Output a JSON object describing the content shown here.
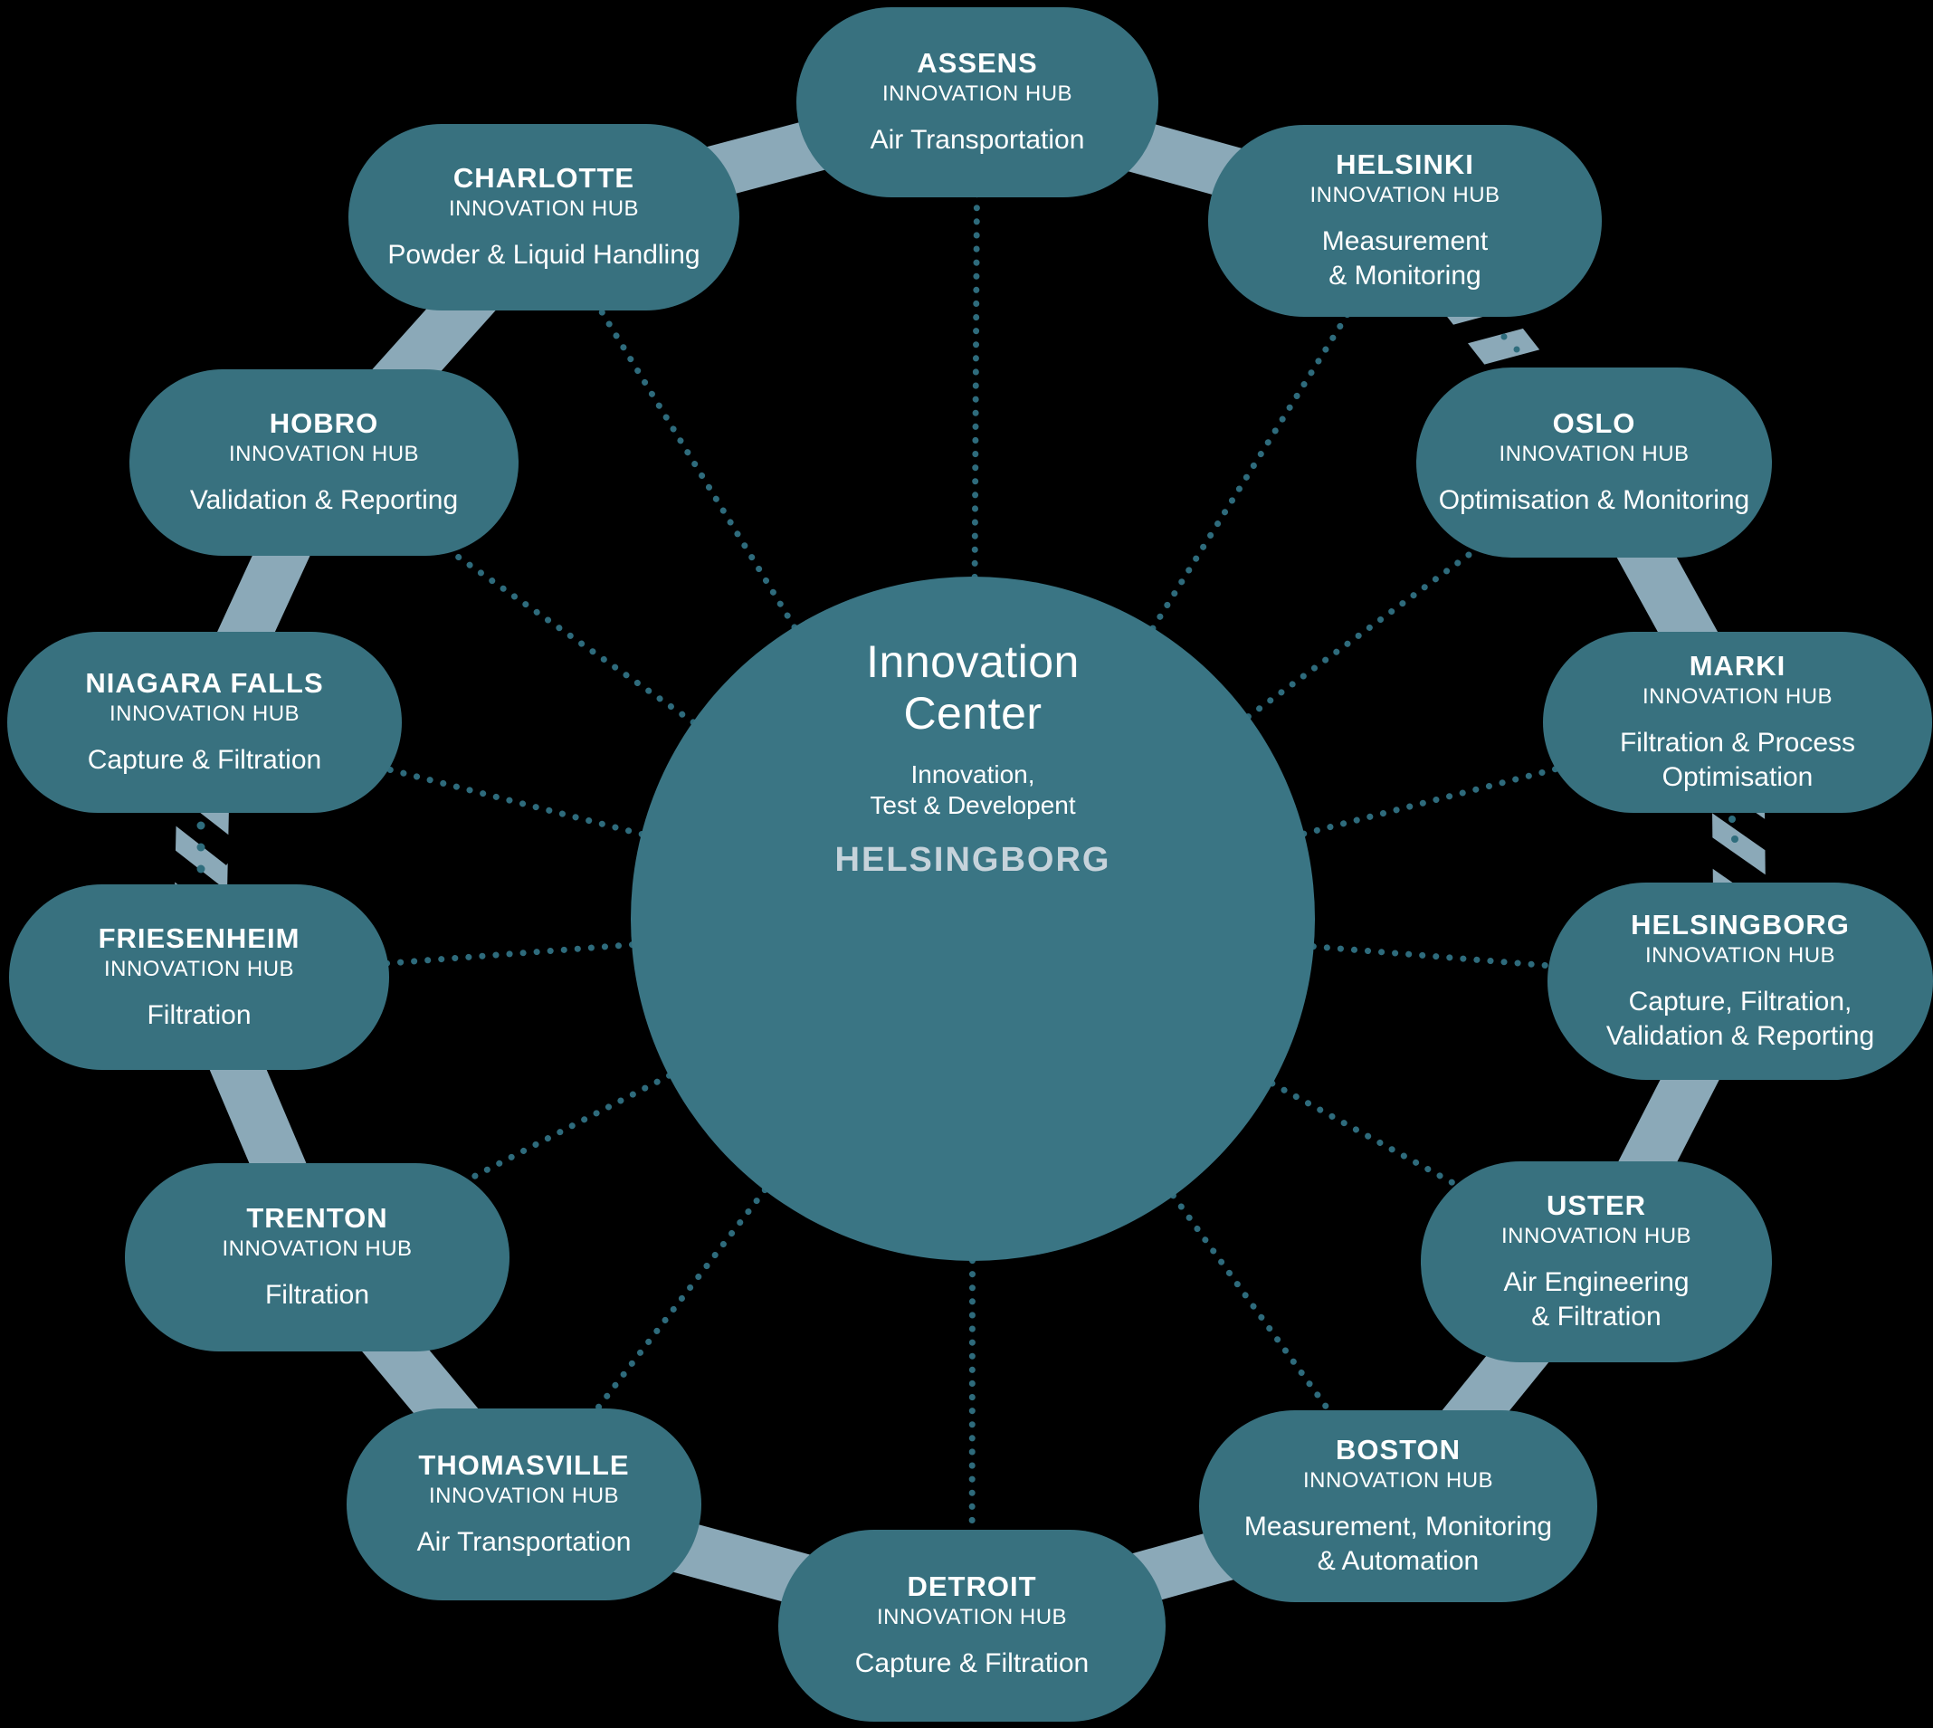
{
  "diagram": {
    "center": {
      "title": "Innovation\nCenter",
      "subtitle": "Innovation,\nTest & Developent",
      "location": "HELSINGBORG"
    },
    "nodes": [
      {
        "city": "ASSENS",
        "label": "INNOVATION HUB",
        "service": "Air Transportation"
      },
      {
        "city": "HELSINKI",
        "label": "INNOVATION HUB",
        "service": "Measurement\n& Monitoring"
      },
      {
        "city": "OSLO",
        "label": "INNOVATION HUB",
        "service": "Optimisation & Monitoring"
      },
      {
        "city": "MARKI",
        "label": "INNOVATION HUB",
        "service": "Filtration & Process\nOptimisation"
      },
      {
        "city": "HELSINGBORG",
        "label": "INNOVATION HUB",
        "service": "Capture, Filtration,\nValidation & Reporting"
      },
      {
        "city": "USTER",
        "label": "INNOVATION HUB",
        "service": "Air Engineering\n& Filtration"
      },
      {
        "city": "BOSTON",
        "label": "INNOVATION HUB",
        "service": "Measurement, Monitoring\n& Automation"
      },
      {
        "city": "DETROIT",
        "label": "INNOVATION HUB",
        "service": "Capture & Filtration"
      },
      {
        "city": "THOMASVILLE",
        "label": "INNOVATION HUB",
        "service": "Air Transportation"
      },
      {
        "city": "TRENTON",
        "label": "INNOVATION HUB",
        "service": "Filtration"
      },
      {
        "city": "FRIESENHEIM",
        "label": "INNOVATION HUB",
        "service": "Filtration"
      },
      {
        "city": "NIAGARA FALLS",
        "label": "INNOVATION HUB",
        "service": "Capture & Filtration"
      },
      {
        "city": "HOBRO",
        "label": "INNOVATION HUB",
        "service": "Validation & Reporting"
      },
      {
        "city": "CHARLOTTE",
        "label": "INNOVATION HUB",
        "service": "Powder & Liquid Handling"
      }
    ],
    "colors": {
      "background": "#000000",
      "node_fill": "#38717F",
      "center_fill": "#3A7584",
      "ring_band": "#8BA9B8",
      "dotted_line": "#2E6B7C",
      "node_text": "#FFFFFF",
      "location_text": "#C6D3DB"
    }
  }
}
